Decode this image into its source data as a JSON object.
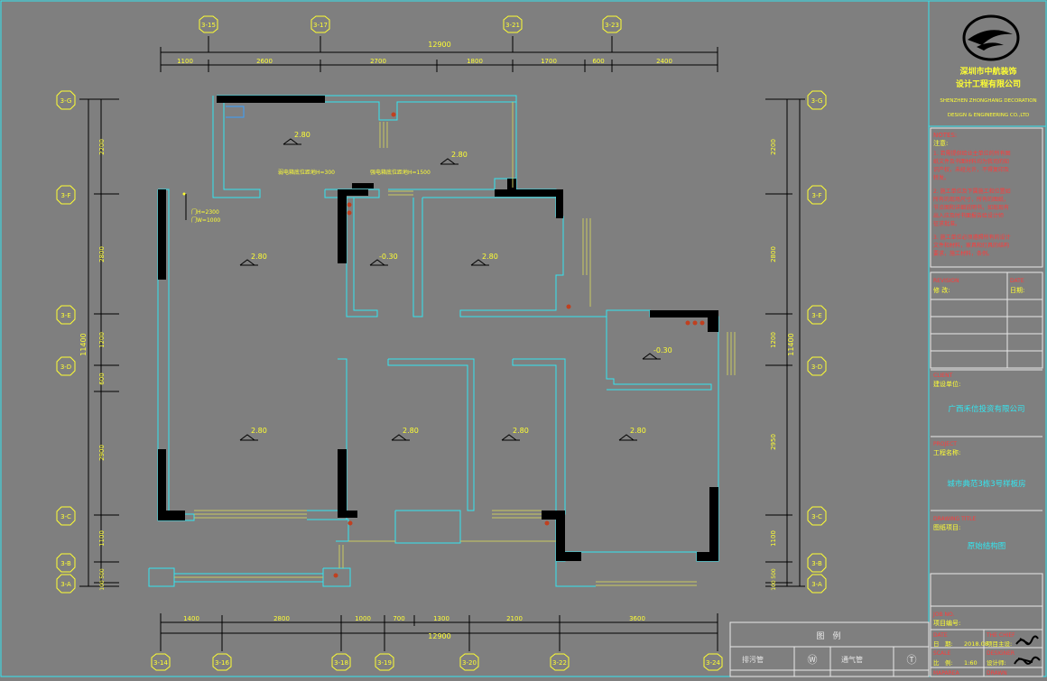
{
  "colors": {
    "background": "#7f7f7f",
    "wall_outline": "#33e6f0",
    "wall_fill": "#000000",
    "dimension": "#000000",
    "grid_bubble": "#ffff33",
    "text_yellow": "#ffff33",
    "text_red": "#ff3b3b",
    "window": "#c8c860",
    "frame": "#33e6f0"
  },
  "top_axes": [
    "3-15",
    "3-17",
    "3-21",
    "3-23"
  ],
  "bottom_axes": [
    "3-14",
    "3-16",
    "3-18",
    "3-19",
    "3-20",
    "3-22",
    "3-24"
  ],
  "left_axes": [
    "3-G",
    "3-F",
    "3-E",
    "3-D",
    "3-C",
    "3-B",
    "3-A"
  ],
  "right_axes": [
    "3-G",
    "3-F",
    "3-E",
    "3-D",
    "3-C",
    "3-B",
    "3-A"
  ],
  "top_dims": {
    "total": "12900",
    "segments": [
      "1100",
      "2600",
      "2700",
      "1800",
      "1700",
      "600",
      "2400"
    ]
  },
  "bottom_dims": {
    "total": "12900",
    "segments": [
      "1400",
      "2800",
      "1000",
      "700",
      "1300",
      "2100",
      "3600"
    ]
  },
  "left_dims": {
    "total": "11400",
    "segments": [
      "2200",
      "2800",
      "1200",
      "600",
      "2900",
      "1100",
      "500",
      "100"
    ]
  },
  "right_dims": {
    "total": "11400",
    "segments": [
      "2200",
      "2800",
      "1200",
      "2950",
      "1100",
      "500",
      "100"
    ]
  },
  "plan_labels": {
    "elev_1": "2.80",
    "elev_2": "2.80",
    "elev_3": "2.80",
    "elev_4": "-0.30",
    "elev_5": "2.80",
    "elev_6": "-0.30",
    "elev_7": "2.80",
    "elev_8": "2.80",
    "elev_9": "2.80",
    "elev_10": "2.80",
    "note_weak": "弱电箱底位距地H=300",
    "note_strong": "强电箱底位距地H=1500",
    "door_h": "门H=2300",
    "door_w": "门W=1000"
  },
  "title_block": {
    "company_cn_1": "深圳市中航装饰",
    "company_cn_2": "设计工程有限公司",
    "company_en_1": "SHENZHEN ZHONGHANG DECORATION",
    "company_en_2": "DESIGN & ENGINEERING CO.,LTD",
    "notes_title": "NOTES:",
    "notes_cn": "注意:",
    "notes_lines": [
      "1. 若需提供给业主单位的所有图",
      "纸文件及书面材料均为我司的知",
      "识产权，未经允许，不得复印及",
      "转发。",
      "2. 施工单位及下属施工和位置如",
      "所有的现场尺寸，所有的图纸，",
      "节点图和详细说明书，如现现有",
      "出入应及时书面报告给设计师",
      "征求批准。",
      "3. 施工单位必须遵照所有的设计",
      "文件和材料，家具和灯具的结构",
      "要求，施工材料，条例。"
    ],
    "revision_en": "REVISION",
    "revision_cn": "修 改:",
    "date_en": "DATE",
    "date_cn": "日期:",
    "client_en": "CLIENT",
    "client_cn": "建设单位:",
    "client_value": "广西禾信投资有限公司",
    "project_en": "PROJECT",
    "project_cn": "工程名称:",
    "project_value": "城市典范3栋3号样板房",
    "drawing_title_en": "DRAWING TITLE",
    "drawing_title_cn": "图纸项目:",
    "drawing_title_value": "原始结构图",
    "job_no_en": "JOB NO.",
    "job_no_cn": "项目编号:",
    "date2_en": "DATE",
    "date2_cn": "日　期:",
    "date2_value": "2018.08",
    "chief_en": "THE CHIEF",
    "chief_cn": "项目主设:",
    "scale_en": "SCALE",
    "scale_cn": "比　例:",
    "scale_value": "1:60",
    "designer_en": "DESIGNER",
    "designer_cn": "设计师:",
    "maparea_en": "MAPAREA",
    "drawn_en": "DRAWN"
  },
  "legend": {
    "title": "图　例",
    "item_1": "排污管",
    "item_1_icon": "Ⓦ",
    "item_2": "通气管",
    "item_2_icon": "Ⓣ"
  }
}
